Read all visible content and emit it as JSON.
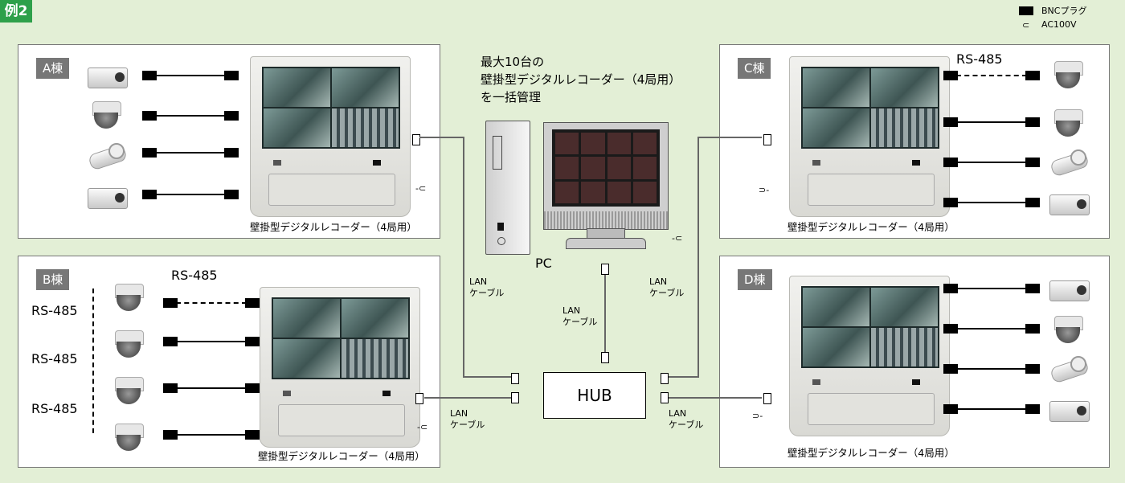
{
  "badge": "例2",
  "legend": {
    "bnc": "BNCプラグ",
    "ac": "AC100V"
  },
  "center": {
    "line1": "最大10台の",
    "line2": "壁掛型デジタルレコーダー（4局用）",
    "line3": "を一括管理",
    "pc": "PC",
    "hub": "HUB"
  },
  "lan": {
    "line1": "LAN",
    "line2": "ケーブル"
  },
  "rs485": "RS-485",
  "recorder_label": "壁掛型デジタルレコーダー（4局用）",
  "buildings": {
    "a": "A棟",
    "b": "B棟",
    "c": "C棟",
    "d": "D棟"
  },
  "icons": {
    "bnc": "bnc-plug-icon",
    "ac": "ac-plug-icon",
    "camera_box": "box-camera-icon",
    "camera_dome": "dome-camera-icon",
    "camera_bullet": "bullet-camera-icon"
  },
  "colors": {
    "badge": "#2ea04a",
    "background": "#e3efd6",
    "tag": "#777777"
  }
}
